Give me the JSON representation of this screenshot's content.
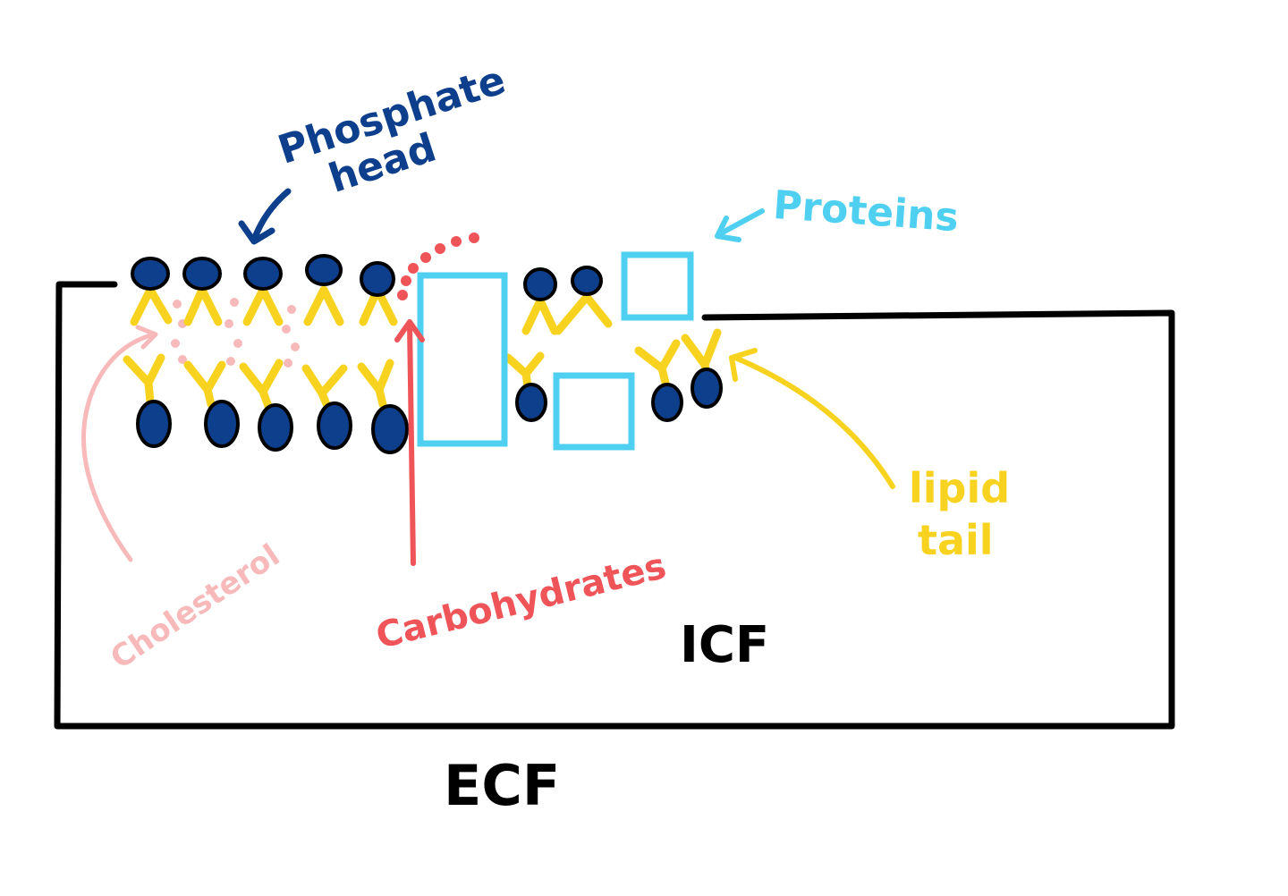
{
  "labels": {
    "phosphate_head_line1": "Phosphate",
    "phosphate_head_line2": "head",
    "proteins": "Proteins",
    "cholesterol": "Cholesterol",
    "carbohydrates": "Carbohydrates",
    "lipid_tail_line1": "lipid",
    "lipid_tail_line2": "tail",
    "icf": "ICF",
    "ecf": "ECF"
  },
  "colors": {
    "phosphate_head": "#0d3f8c",
    "proteins": "#4fd0f0",
    "cholesterol": "#f7b9b9",
    "carbohydrates": "#ef5459",
    "lipid_tail": "#f7d31f",
    "outline": "#000000"
  }
}
